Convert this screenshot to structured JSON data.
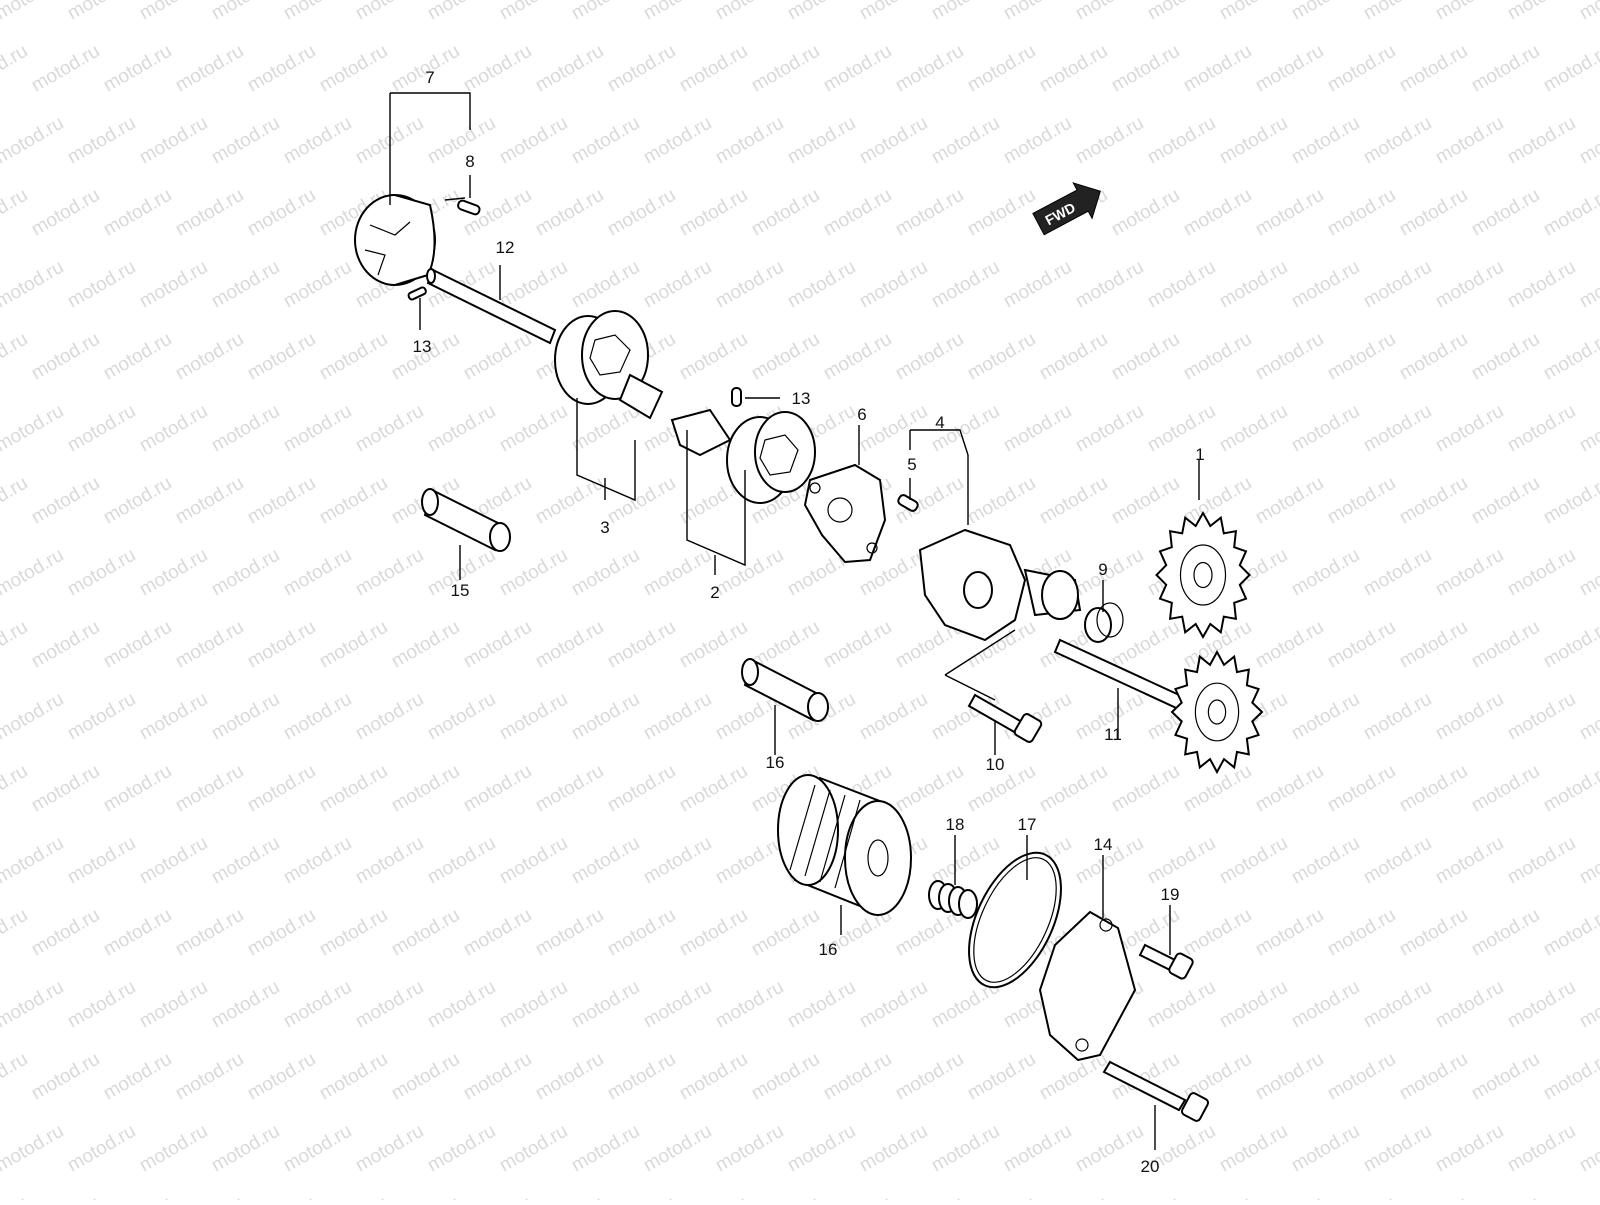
{
  "diagram": {
    "watermark_text": "motod.ru",
    "direction_badge": "FWD",
    "colors": {
      "line": "#000000",
      "background": "#ffffff",
      "watermark": "#d9d9d9"
    },
    "callouts": [
      "1",
      "2",
      "3",
      "4",
      "5",
      "6",
      "7",
      "8",
      "9",
      "10",
      "11",
      "12",
      "13",
      "13",
      "15",
      "16",
      "16",
      "17",
      "18",
      "19",
      "20",
      "14"
    ]
  }
}
